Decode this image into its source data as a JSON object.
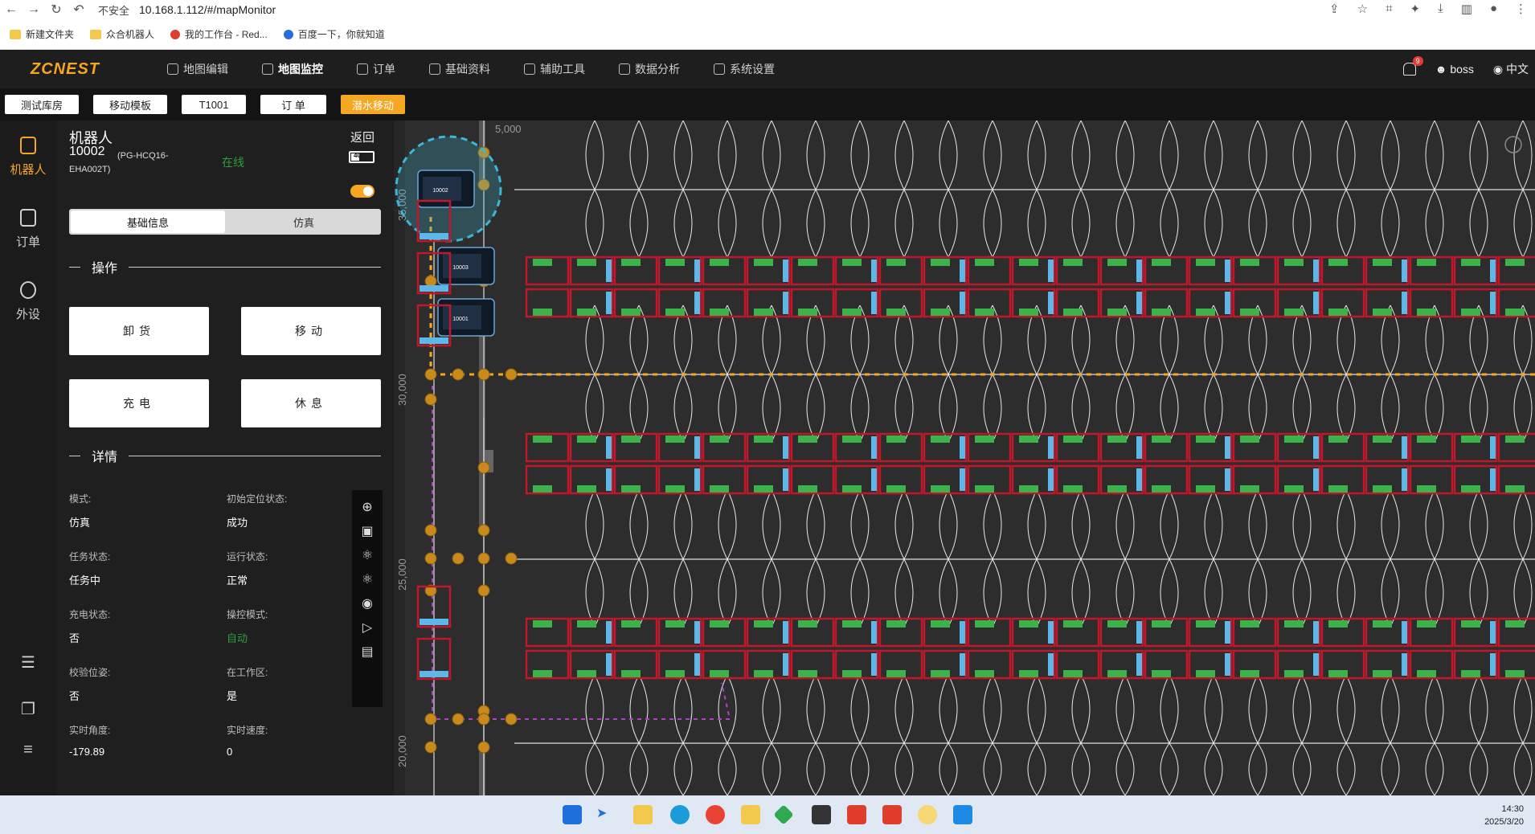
{
  "browser": {
    "insecure_label": "不安全",
    "url": "10.168.1.112/#/mapMonitor",
    "bookmarks": [
      "新建文件夹",
      "众合机器人",
      "我的工作台 - Red...",
      "百度一下，你就知道"
    ]
  },
  "header": {
    "logo": "ZCNEST",
    "nav": [
      {
        "label": "地图编辑",
        "icon": "map-pin-icon"
      },
      {
        "label": "地图监控",
        "icon": "monitor-icon",
        "active": true
      },
      {
        "label": "订单",
        "icon": "document-icon"
      },
      {
        "label": "基础资料",
        "icon": "data-icon"
      },
      {
        "label": "辅助工具",
        "icon": "gear-icon"
      },
      {
        "label": "数据分析",
        "icon": "gear-icon"
      },
      {
        "label": "系统设置",
        "icon": "gear-icon"
      }
    ],
    "notification_count": "9",
    "user": "boss",
    "language": "中文"
  },
  "toolbar": {
    "buttons": [
      "测试库房",
      "移动模板",
      "T1001",
      "订 单",
      "潜水移动"
    ]
  },
  "left_nav": {
    "items": [
      {
        "label": "机器人",
        "active": true
      },
      {
        "label": "订单"
      },
      {
        "label": "外设"
      }
    ]
  },
  "robot": {
    "panel_title": "机器人",
    "id": "10002",
    "model_line1": "(PG-HCQ16-",
    "model_line2": "EHA002T)",
    "status": "在线",
    "back": "返回",
    "battery": "40",
    "tabs": [
      "基础信息",
      "仿真"
    ],
    "operations_title": "操作",
    "operations": [
      "卸货",
      "移动",
      "充电",
      "休息"
    ],
    "details_title": "详情",
    "details": [
      {
        "label": "模式:",
        "value": "仿真"
      },
      {
        "label": "初始定位状态:",
        "value": "成功"
      },
      {
        "label": "任务状态:",
        "value": "任务中"
      },
      {
        "label": "运行状态:",
        "value": "正常"
      },
      {
        "label": "充电状态:",
        "value": "否"
      },
      {
        "label": "操控模式:",
        "value": "自动"
      },
      {
        "label": "校验位姿:",
        "value": "否"
      },
      {
        "label": "在工作区:",
        "value": "是"
      },
      {
        "label": "实时角度:",
        "value": "-179.89"
      },
      {
        "label": "实时速度:",
        "value": "0"
      }
    ]
  },
  "map": {
    "axis_labels": [
      "5,000",
      "35,000",
      "30,000",
      "25,000",
      "20,000"
    ],
    "robot_labels": [
      "10002",
      "10003",
      "10001"
    ],
    "colors": {
      "background": "#2d2d2d",
      "shelf": "#c0172b",
      "slot_label": "#3bb34a",
      "charger": "#5bb8e8",
      "route_orange": "#f5a623",
      "route_purple": "#b340c8",
      "selection": "#3bb8d8"
    }
  },
  "taskbar": {
    "time": "14:30",
    "date": "2025/3/20"
  }
}
